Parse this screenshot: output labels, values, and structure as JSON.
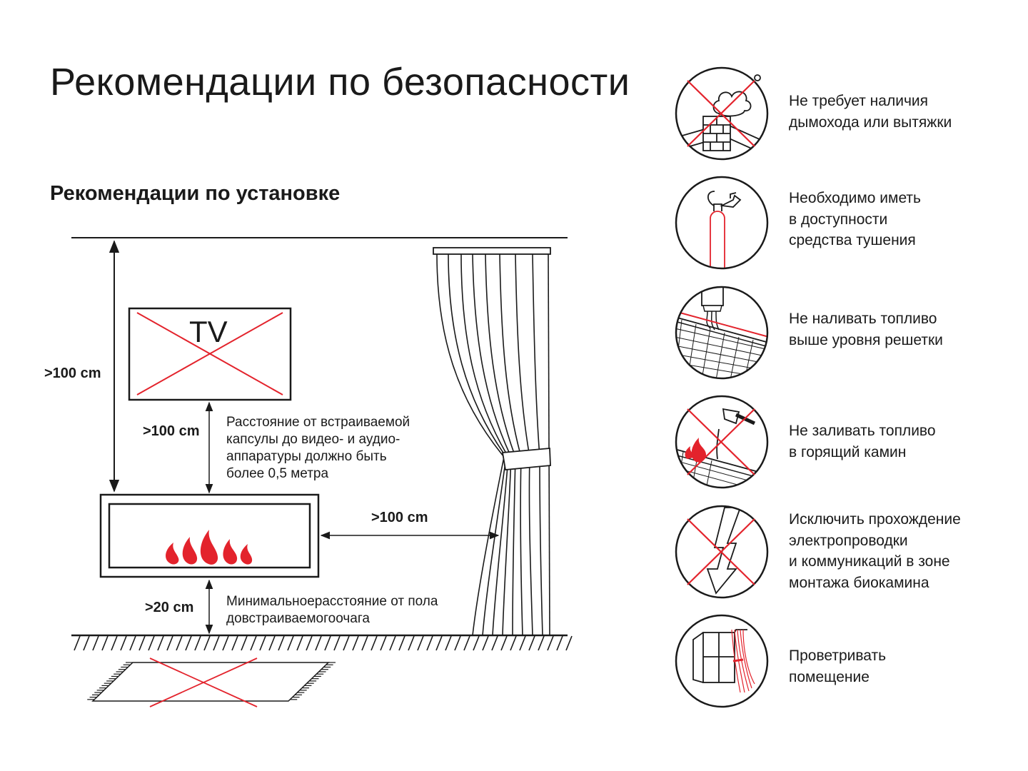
{
  "title": "Рекомендации по безопасности",
  "subtitle": "Рекомендации по установке",
  "diagram": {
    "tv_label": "TV",
    "height_total": ">100 cm",
    "tv_gap": ">100 cm",
    "curtain_gap": ">100 cm",
    "floor_gap": ">20 cm",
    "note_tv": [
      "Расстояние от встраиваемой",
      "капсулы до видео- и аудио-",
      "аппаратуры должно быть",
      "более 0,5 метра"
    ],
    "note_floor": [
      "Минимальноерасстояние  от пола",
      "довстраиваемогоочага"
    ]
  },
  "recommendations": [
    {
      "icon": "no-chimney-icon",
      "text": "Не требует наличия\nдымохода или вытяжки"
    },
    {
      "icon": "fire-extinguisher-icon",
      "text": "Необходимо иметь\nв доступности\nсредства тушения"
    },
    {
      "icon": "fuel-level-grate-icon",
      "text": "Не наливать топливо\nвыше уровня решетки"
    },
    {
      "icon": "no-refuel-burning-icon",
      "text": "Не заливать топливо\nв горящий камин"
    },
    {
      "icon": "no-wiring-icon",
      "text": "Исключить прохождение\nэлектропроводки\nи коммуникаций в зоне\nмонтажа биокамина"
    },
    {
      "icon": "ventilate-room-icon",
      "text": "Проветривать\nпомещение"
    }
  ],
  "colors": {
    "accent": "#e3232c",
    "ink": "#1a1a1a"
  }
}
